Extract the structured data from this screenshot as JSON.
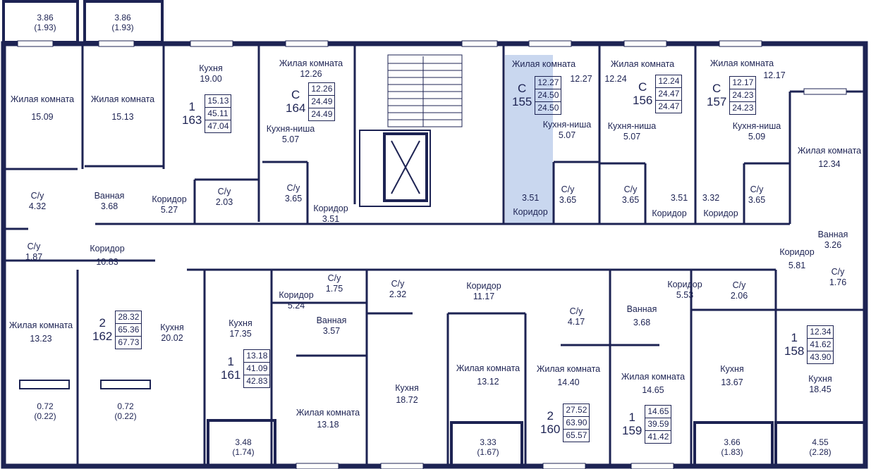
{
  "colors": {
    "wall": "#1d2353",
    "highlight": "#c9d7ef",
    "background": "#ffffff"
  },
  "top_balconies": [
    {
      "area": "3.86",
      "reduced": "(1.93)"
    },
    {
      "area": "3.86",
      "reduced": "(1.93)"
    }
  ],
  "bottom_balconies": [
    {
      "area": "0.72",
      "reduced": "(0.22)"
    },
    {
      "area": "0.72",
      "reduced": "(0.22)"
    },
    {
      "area": "3.48",
      "reduced": "(1.74)"
    },
    {
      "area": "3.33",
      "reduced": "(1.67)"
    },
    {
      "area": "3.66",
      "reduced": "(1.83)"
    },
    {
      "area": "4.55",
      "reduced": "(2.28)"
    }
  ],
  "rooms": [
    {
      "name": "Жилая комната",
      "area": "15.09"
    },
    {
      "name": "Жилая комната",
      "area": "15.13"
    },
    {
      "name": "Кухня",
      "area": "19.00"
    },
    {
      "name": "Жилая комната",
      "area": "12.26"
    },
    {
      "name": "Кухня-ниша",
      "area": "5.07"
    },
    {
      "name": "С/у",
      "area": "4.32"
    },
    {
      "name": "Ванная",
      "area": "3.68"
    },
    {
      "name": "Коридор",
      "area": "5.27"
    },
    {
      "name": "С/у",
      "area": "2.03"
    },
    {
      "name": "С/у",
      "area": "3.65"
    },
    {
      "name": "Коридор",
      "area": "3.51"
    },
    {
      "name": "С/у",
      "area": "1.87"
    },
    {
      "name": "Коридор",
      "area": "10.83"
    },
    {
      "name": "Жилая комната",
      "area": "13.23"
    },
    {
      "name": "Кухня",
      "area": "20.02"
    },
    {
      "name": "Кухня",
      "area": "17.35"
    },
    {
      "name": "Коридор",
      "area": "5.24"
    },
    {
      "name": "С/у",
      "area": "1.75"
    },
    {
      "name": "Ванная",
      "area": "3.57"
    },
    {
      "name": "С/у",
      "area": "2.32"
    },
    {
      "name": "Коридор",
      "area": "11.17"
    },
    {
      "name": "Жилая комната",
      "area": "13.18"
    },
    {
      "name": "Кухня",
      "area": "18.72"
    },
    {
      "name": "Жилая комната",
      "area": "13.12"
    },
    {
      "name": "Жилая комната",
      "area": "14.40"
    },
    {
      "name": "С/у",
      "area": "4.17"
    },
    {
      "name": "Ванная",
      "area": "3.68"
    },
    {
      "name": "Коридор",
      "area": "5.53"
    },
    {
      "name": "С/у",
      "area": "2.06"
    },
    {
      "name": "Жилая комната",
      "area": "14.65"
    },
    {
      "name": "Кухня",
      "area": "13.67"
    },
    {
      "name": "Кухня",
      "area": "18.45"
    },
    {
      "name": "Жилая комната",
      "area": "12.34"
    },
    {
      "name": "Ванная",
      "area": "3.26"
    },
    {
      "name": "Коридор",
      "area": "5.81"
    },
    {
      "name": "С/у",
      "area": "1.76"
    },
    {
      "name": "Жилая комната",
      "area": "12.27"
    },
    {
      "name": "Кухня-ниша",
      "area": "5.07"
    },
    {
      "name": "С/у",
      "area": "3.65"
    },
    {
      "name": "Жилая комната",
      "area": "12.24"
    },
    {
      "name": "Кухня-ниша",
      "area": "5.07"
    },
    {
      "name": "С/у",
      "area": "3.65"
    },
    {
      "name": "Жилая комната",
      "area": "12.17"
    },
    {
      "name": "Кухня-ниша",
      "area": "5.09"
    },
    {
      "name": "С/у",
      "area": "3.65"
    }
  ],
  "corridor_labels": [
    {
      "area": "3.51",
      "name": "Коридор"
    },
    {
      "area": "3.51",
      "name": "Коридор"
    },
    {
      "area": "3.32",
      "name": "Коридор"
    }
  ],
  "apartments": [
    {
      "type": "1",
      "number": "163",
      "areas": [
        "15.13",
        "45.11",
        "47.04"
      ]
    },
    {
      "type": "С",
      "number": "164",
      "areas": [
        "12.26",
        "24.49",
        "24.49"
      ]
    },
    {
      "type": "С",
      "number": "155",
      "areas": [
        "12.27",
        "24.50",
        "24.50"
      ]
    },
    {
      "type": "С",
      "number": "156",
      "areas": [
        "12.24",
        "24.47",
        "24.47"
      ]
    },
    {
      "type": "С",
      "number": "157",
      "areas": [
        "12.17",
        "24.23",
        "24.23"
      ]
    },
    {
      "type": "2",
      "number": "162",
      "areas": [
        "28.32",
        "65.36",
        "67.73"
      ]
    },
    {
      "type": "1",
      "number": "161",
      "areas": [
        "13.18",
        "41.09",
        "42.83"
      ]
    },
    {
      "type": "2",
      "number": "160",
      "areas": [
        "27.52",
        "63.90",
        "65.57"
      ]
    },
    {
      "type": "1",
      "number": "159",
      "areas": [
        "14.65",
        "39.59",
        "41.42"
      ]
    },
    {
      "type": "1",
      "number": "158",
      "areas": [
        "12.34",
        "41.62",
        "43.90"
      ]
    }
  ]
}
